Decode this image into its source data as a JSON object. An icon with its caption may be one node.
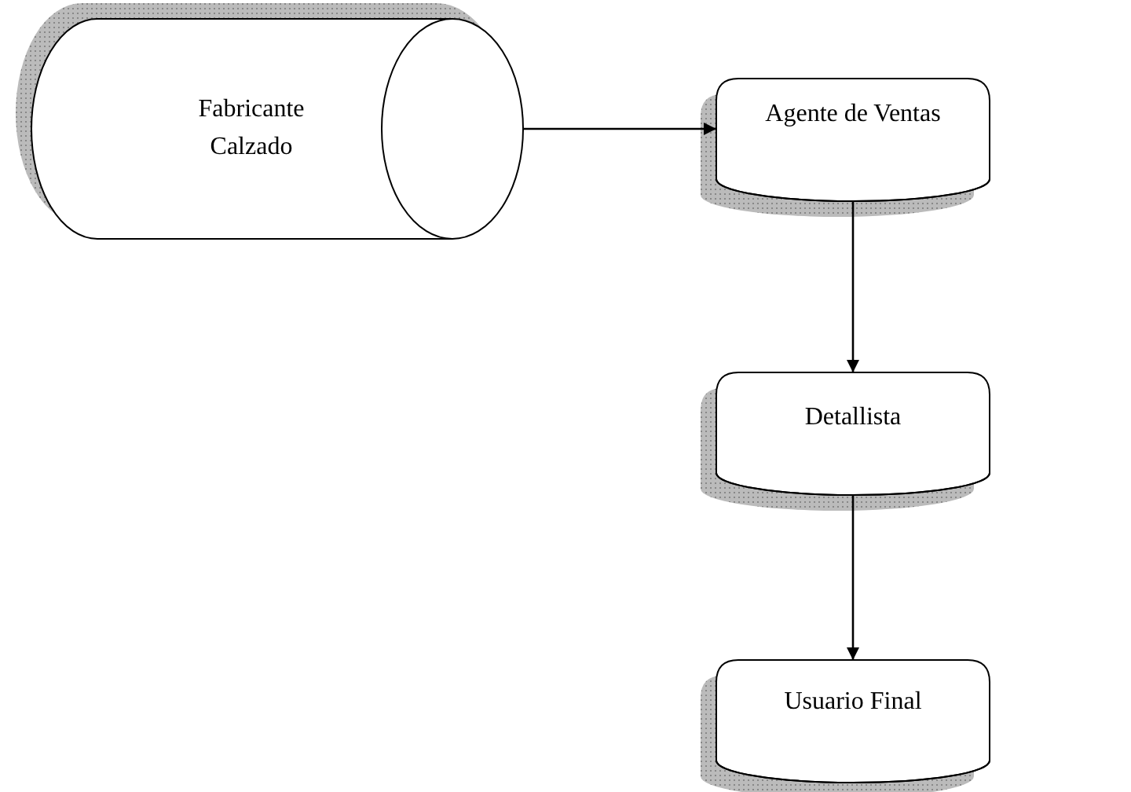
{
  "diagram": {
    "nodes": [
      {
        "text": [
          "Fabricante Calzado"
        ]
      },
      {
        "text": [
          "Agente de Ventas"
        ]
      },
      {
        "text": [
          "Detallista"
        ]
      },
      {
        "text": [
          "Usuario Final"
        ]
      }
    ],
    "edges": [
      {
        "from": 0,
        "to": 1,
        "arrow": "to"
      },
      {
        "from": 1,
        "to": 2,
        "arrow": "to"
      },
      {
        "from": 2,
        "to": 3,
        "arrow": "to"
      }
    ]
  }
}
